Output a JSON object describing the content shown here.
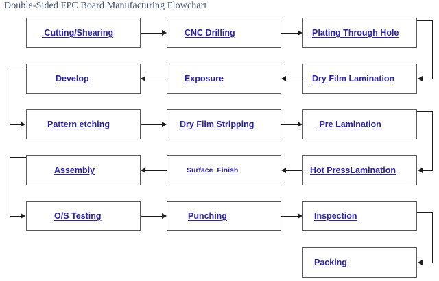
{
  "title": "Double-Sided FPC Board Manufacturing Flowchart",
  "colors": {
    "title_text": "#3d4f6b",
    "box_text": "#2b23a8",
    "box_border": "#5a5a64",
    "connector": "#1d1d22",
    "background": "#ffffff"
  },
  "boxes": [
    {
      "id": "cutting-shearing",
      "label": " Cutting/Shearing",
      "row": 1,
      "col": 1
    },
    {
      "id": "cnc-drilling",
      "label": "CNC Drilling",
      "row": 1,
      "col": 2
    },
    {
      "id": "plating-through-hole",
      "label": "Plating Through Hole",
      "row": 1,
      "col": 3
    },
    {
      "id": "develop",
      "label": "Develop",
      "row": 2,
      "col": 1
    },
    {
      "id": "exposure",
      "label": "Exposure",
      "row": 2,
      "col": 2
    },
    {
      "id": "dry-film-lamination",
      "label": "Dry Film Lamination",
      "row": 2,
      "col": 3
    },
    {
      "id": "pattern-etching",
      "label": "Pattern etching",
      "row": 3,
      "col": 1
    },
    {
      "id": "dry-film-stripping",
      "label": "Dry Film Stripping",
      "row": 3,
      "col": 2
    },
    {
      "id": "pre-lamination",
      "label": " Pre Lamination",
      "row": 3,
      "col": 3
    },
    {
      "id": "assembly",
      "label": "Assembly",
      "row": 4,
      "col": 1
    },
    {
      "id": "surface-finish",
      "label": "Surface  Finish",
      "row": 4,
      "col": 2
    },
    {
      "id": "hot-press-lamination",
      "label": "Hot PressLamination",
      "row": 4,
      "col": 3
    },
    {
      "id": "os-testing",
      "label": "O/S Testing",
      "row": 5,
      "col": 1
    },
    {
      "id": "punching",
      "label": "Punching",
      "row": 5,
      "col": 2
    },
    {
      "id": "inspection",
      "label": "Inspection",
      "row": 5,
      "col": 3
    },
    {
      "id": "packing",
      "label": "Packing",
      "row": 6,
      "col": 3
    }
  ],
  "flow": {
    "description": "Serpentine process flow",
    "steps": [
      "Cutting/Shearing",
      "CNC Drilling",
      "Plating Through Hole",
      "Dry Film Lamination",
      "Exposure",
      "Develop",
      "Pattern etching",
      "Dry Film Stripping",
      "Pre Lamination",
      "Hot PressLamination",
      "Surface  Finish",
      "Assembly",
      "O/S Testing",
      "Punching",
      "Inspection",
      "Packing"
    ]
  }
}
